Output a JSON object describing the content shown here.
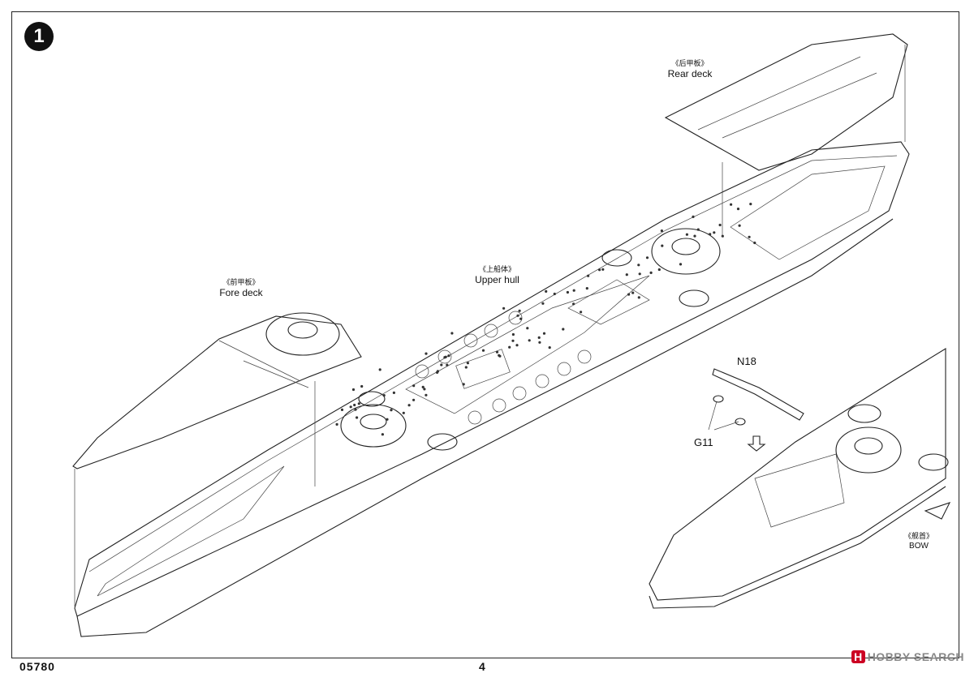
{
  "step": {
    "number": "1"
  },
  "labels": {
    "rear_deck": {
      "cn": "《后甲板》",
      "en": "Rear deck"
    },
    "upper_hull": {
      "cn": "《上船体》",
      "en": "Upper hull"
    },
    "fore_deck": {
      "cn": "《前甲板》",
      "en": "Fore deck"
    },
    "bow": {
      "cn": "《舰首》",
      "en": "BOW"
    }
  },
  "parts": {
    "n18": "N18",
    "g11": "G11"
  },
  "footer": {
    "code": "05780",
    "page": "4"
  },
  "watermark": {
    "brand": "HOBBY SEARCH",
    "logo_text": "H"
  },
  "colors": {
    "line": "#222222",
    "paper": "#ffffff",
    "badge": "#111111"
  }
}
